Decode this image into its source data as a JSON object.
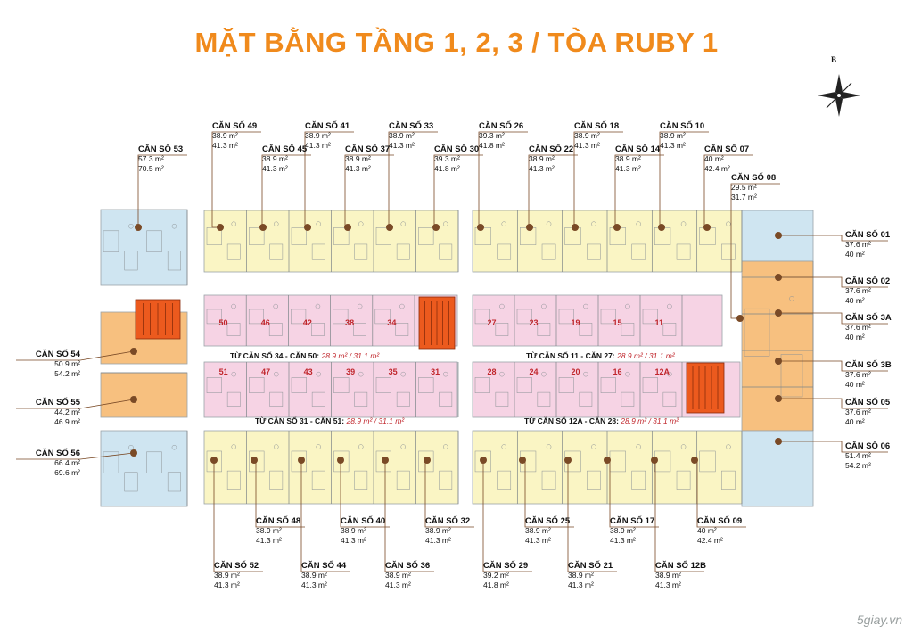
{
  "title": "MẶT BẰNG TẦNG 1, 2, 3 / TÒA RUBY 1",
  "compass_letter": "B",
  "watermark": "5giay.vn",
  "colors": {
    "yellow": "#faf5c4",
    "pink": "#f6d3e4",
    "blue": "#cfe5f1",
    "orange": "#f7c07f",
    "stair": "#ec5a1e",
    "leader": "#7a4a26",
    "title": "#f08a1c",
    "red": "#c0262c"
  },
  "apartments": [
    {
      "id": "49",
      "name": "CĂN SỐ 49",
      "a1": "38.9 m²",
      "a2": "41.3 m²"
    },
    {
      "id": "41",
      "name": "CĂN SỐ 41",
      "a1": "38.9 m²",
      "a2": "41.3 m²"
    },
    {
      "id": "33",
      "name": "CĂN SỐ 33",
      "a1": "38.9 m²",
      "a2": "41.3 m²"
    },
    {
      "id": "26",
      "name": "CĂN SỐ 26",
      "a1": "39.3 m²",
      "a2": "41.8 m²"
    },
    {
      "id": "18",
      "name": "CĂN SỐ 18",
      "a1": "38.9 m²",
      "a2": "41.3 m²"
    },
    {
      "id": "10",
      "name": "CĂN SỐ 10",
      "a1": "38.9 m²",
      "a2": "41.3 m²"
    },
    {
      "id": "53",
      "name": "CĂN SỐ 53",
      "a1": "57.3 m²",
      "a2": "70.5 m²"
    },
    {
      "id": "45",
      "name": "CĂN SỐ 45",
      "a1": "38.9 m²",
      "a2": "41.3 m²"
    },
    {
      "id": "37",
      "name": "CĂN SỐ 37",
      "a1": "38.9 m²",
      "a2": "41.3 m²"
    },
    {
      "id": "30",
      "name": "CĂN SỐ 30",
      "a1": "39.3 m²",
      "a2": "41.8 m²"
    },
    {
      "id": "22",
      "name": "CĂN SỐ 22",
      "a1": "38.9 m²",
      "a2": "41.3 m²"
    },
    {
      "id": "14",
      "name": "CĂN SỐ 14",
      "a1": "38.9 m²",
      "a2": "41.3 m²"
    },
    {
      "id": "07",
      "name": "CĂN SỐ 07",
      "a1": "40 m²",
      "a2": "42.4 m²"
    },
    {
      "id": "08",
      "name": "CĂN SỐ 08",
      "a1": "29.5 m²",
      "a2": "31.7 m²"
    },
    {
      "id": "01",
      "name": "CĂN SỐ 01",
      "a1": "37.6 m²",
      "a2": "40 m²"
    },
    {
      "id": "02",
      "name": "CĂN SỐ 02",
      "a1": "37.6 m²",
      "a2": "40 m²"
    },
    {
      "id": "3A",
      "name": "CĂN SỐ 3A",
      "a1": "37.6 m²",
      "a2": "40 m²"
    },
    {
      "id": "3B",
      "name": "CĂN SỐ 3B",
      "a1": "37.6 m²",
      "a2": "40 m²"
    },
    {
      "id": "05",
      "name": "CĂN SỐ 05",
      "a1": "37.6 m²",
      "a2": "40 m²"
    },
    {
      "id": "06",
      "name": "CĂN SỐ 06",
      "a1": "51.4 m²",
      "a2": "54.2 m²"
    },
    {
      "id": "54",
      "name": "CĂN SỐ 54",
      "a1": "50.9 m²",
      "a2": "54.2 m²"
    },
    {
      "id": "55",
      "name": "CĂN SỐ 55",
      "a1": "44.2 m²",
      "a2": "46.9 m²"
    },
    {
      "id": "56",
      "name": "CĂN SỐ 56",
      "a1": "66.4 m²",
      "a2": "69.6 m²"
    },
    {
      "id": "48",
      "name": "CĂN SỐ 48",
      "a1": "38.9 m²",
      "a2": "41.3 m²"
    },
    {
      "id": "40",
      "name": "CĂN SỐ 40",
      "a1": "38.9 m²",
      "a2": "41.3 m²"
    },
    {
      "id": "32",
      "name": "CĂN SỐ 32",
      "a1": "38.9 m²",
      "a2": "41.3 m²"
    },
    {
      "id": "25",
      "name": "CĂN SỐ 25",
      "a1": "38.9 m²",
      "a2": "41.3 m²"
    },
    {
      "id": "17",
      "name": "CĂN SỐ 17",
      "a1": "38.9 m²",
      "a2": "41.3 m²"
    },
    {
      "id": "09",
      "name": "CĂN SỐ 09",
      "a1": "40 m²",
      "a2": "42.4 m²"
    },
    {
      "id": "52",
      "name": "CĂN SỐ 52",
      "a1": "38.9 m²",
      "a2": "41.3 m²"
    },
    {
      "id": "44",
      "name": "CĂN SỐ 44",
      "a1": "38.9 m²",
      "a2": "41.3 m²"
    },
    {
      "id": "36",
      "name": "CĂN SỐ 36",
      "a1": "38.9 m²",
      "a2": "41.3 m²"
    },
    {
      "id": "29",
      "name": "CĂN SỐ 29",
      "a1": "39.2 m²",
      "a2": "41.8 m²"
    },
    {
      "id": "21",
      "name": "CĂN SỐ 21",
      "a1": "38.9 m²",
      "a2": "41.3 m²"
    },
    {
      "id": "12B",
      "name": "CĂN SỐ 12B",
      "a1": "38.9 m²",
      "a2": "41.3 m²"
    }
  ],
  "notes": [
    {
      "id": "n1",
      "label": "TỪ CĂN SỐ 34 - CĂN 50:",
      "value": "28.9 m² / 31.1 m²"
    },
    {
      "id": "n2",
      "label": "TỪ CĂN SỐ 11 - CĂN 27:",
      "value": "28.9 m² / 31.1 m²"
    },
    {
      "id": "n3",
      "label": "TỪ CĂN SỐ 31 - CĂN 51:",
      "value": "28.9 m² / 31.1 m²"
    },
    {
      "id": "n4",
      "label": "TỪ CĂN SỐ 12A - CĂN 28:",
      "value": "28.9 m² / 31.1 m²"
    }
  ],
  "pink_units": {
    "row1_left": [
      "50",
      "46",
      "42",
      "38",
      "34"
    ],
    "row1_right": [
      "27",
      "23",
      "19",
      "15",
      "11"
    ],
    "row2_left": [
      "51",
      "47",
      "43",
      "39",
      "35",
      "31"
    ],
    "row2_right": [
      "28",
      "24",
      "20",
      "16",
      "12A"
    ]
  }
}
